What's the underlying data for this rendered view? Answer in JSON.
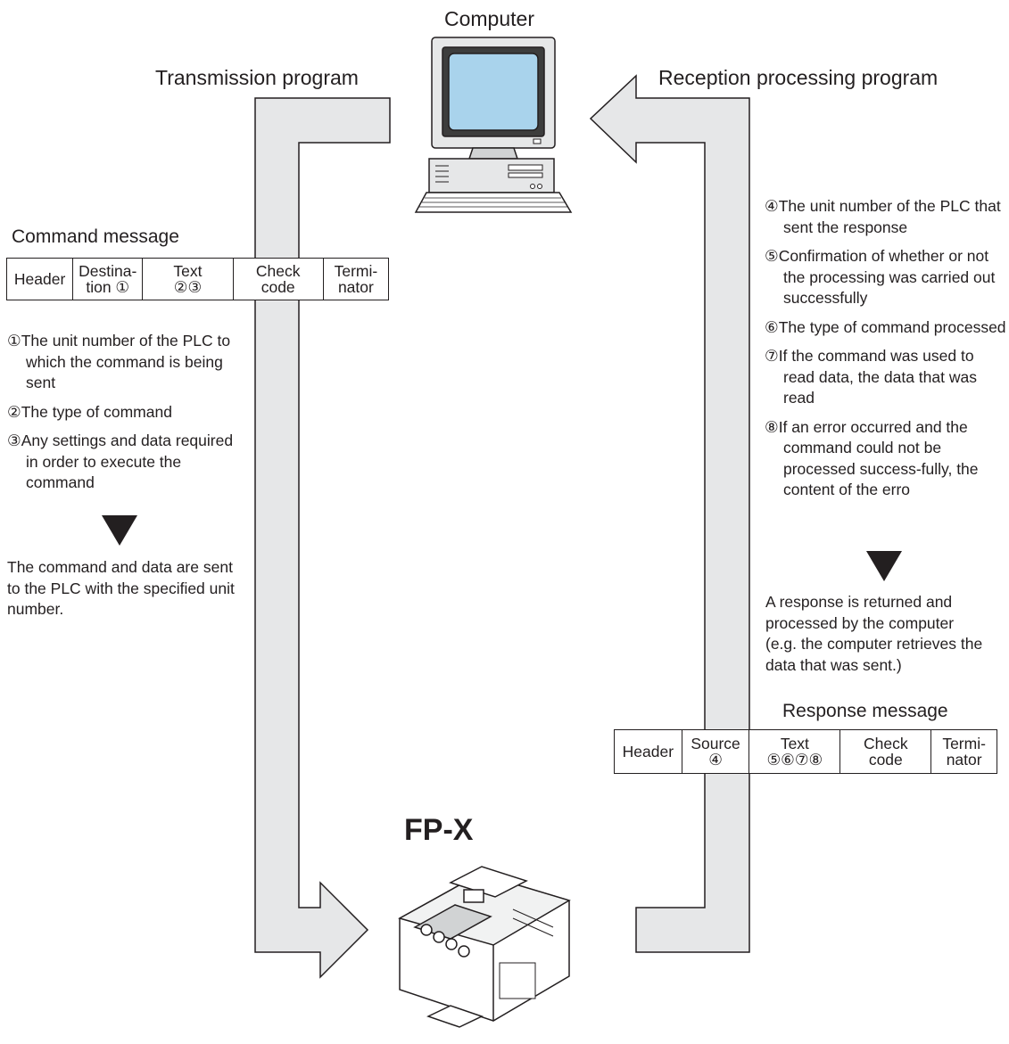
{
  "computer_label": "Computer",
  "transmission_label": "Transmission program",
  "reception_label": "Reception processing program",
  "product_label": "FP-X",
  "command": {
    "title": "Command message",
    "fields": [
      {
        "line1": "Header",
        "line2": ""
      },
      {
        "line1": "Destina-",
        "line2": "tion ①"
      },
      {
        "line1": "Text",
        "line2": "②③"
      },
      {
        "line1": "Check",
        "line2": "code"
      },
      {
        "line1": "Termi-",
        "line2": "nator"
      }
    ],
    "notes": [
      "①The unit number of the PLC to which the command is being sent",
      "②The type of command",
      "③Any settings and data required in order to execute the command"
    ],
    "result": "The command and data are sent to the PLC with the specified unit number."
  },
  "response": {
    "title": "Response message",
    "fields": [
      {
        "line1": "Header",
        "line2": ""
      },
      {
        "line1": "Source",
        "line2": "④"
      },
      {
        "line1": "Text",
        "line2": "⑤⑥⑦⑧"
      },
      {
        "line1": "Check",
        "line2": "code"
      },
      {
        "line1": "Termi-",
        "line2": "nator"
      }
    ],
    "notes": [
      "④The unit number of the PLC that sent the response",
      "⑤Confirmation of whether or not the processing was carried out successfully",
      "⑥The type of command processed",
      "⑦If the command was used to read data, the data that was read",
      "⑧If an error occurred and the command could not be processed success-fully, the content of the erro"
    ],
    "result": "A response is returned and processed by the computer (e.g. the computer retrieves the data that was sent.)"
  }
}
